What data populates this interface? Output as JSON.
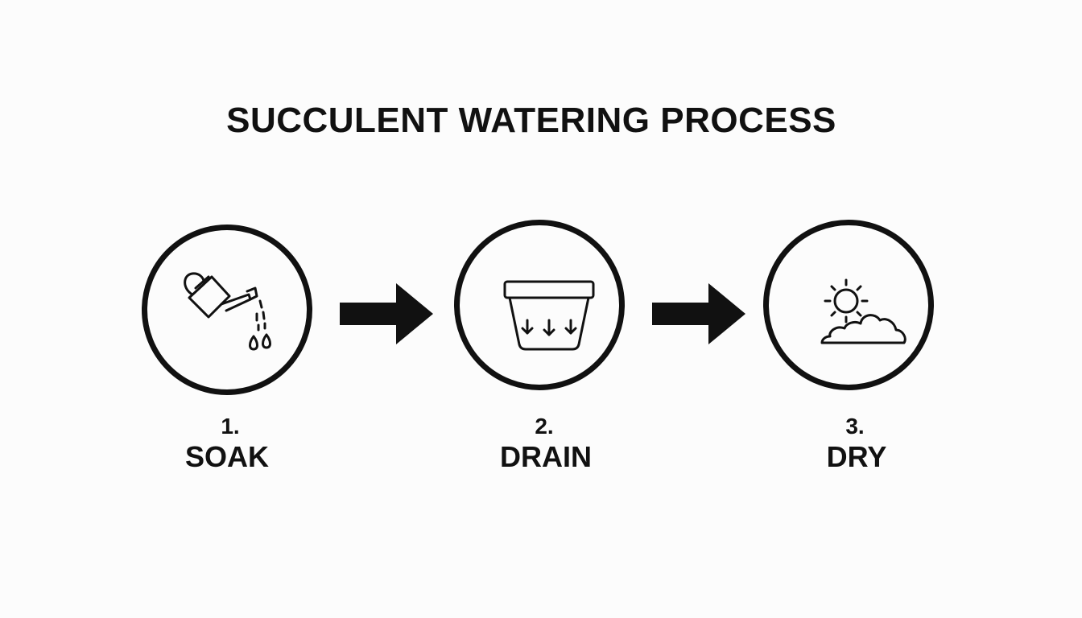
{
  "title": "SUCCULENT WATERING PROCESS",
  "colors": {
    "ink": "#111111",
    "background": "#fcfcfc"
  },
  "steps": [
    {
      "number": "1.",
      "label": "SOAK",
      "icon": "watering-can-icon"
    },
    {
      "number": "2.",
      "label": "DRAIN",
      "icon": "pot-drain-icon"
    },
    {
      "number": "3.",
      "label": "DRY",
      "icon": "sun-cloud-icon"
    }
  ],
  "connectors": [
    {
      "icon": "arrow-right-icon"
    },
    {
      "icon": "arrow-right-icon"
    }
  ]
}
